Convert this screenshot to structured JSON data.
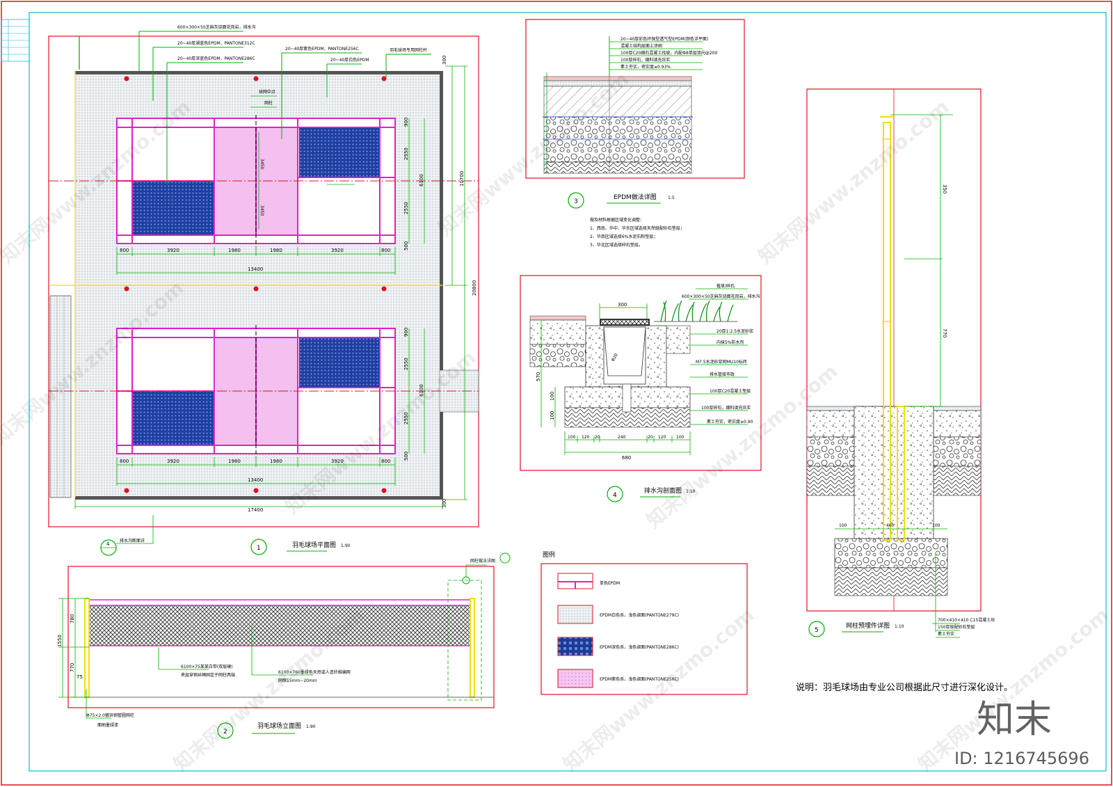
{
  "plan": {
    "callouts": [
      "600×300×50芝麻灰烧面花岗岩，排水沟",
      "20~40厚湖蓝色EPDM，PANTONE312C",
      "20~40厚深蓝色EPDM，PANTONE286C",
      "20~40厚紫色EPDM，PANTONE256C",
      "20~40厚白色EPDM",
      "羽毛球场专用网柱杆"
    ],
    "inner_labels": [
      "球网中点",
      "网柱"
    ],
    "dims_x": [
      "800",
      "3920",
      "1980",
      "1980",
      "3920",
      "800"
    ],
    "total_inner": "13400",
    "total_outer": "17400",
    "dims_y": [
      "300",
      "900",
      "2550",
      "6100",
      "2550",
      "500",
      "10700",
      "900",
      "2550",
      "6100",
      "2550",
      "500",
      "300",
      "20800"
    ],
    "small_dims": [
      "3450",
      "3450"
    ],
    "ref_no": "1",
    "ref_drain": "4",
    "ref_drain_label": "排水沟断面详",
    "title": "羽毛球场平面图",
    "scale": "1:90"
  },
  "epdm": {
    "layers": [
      "20~40厚彩色环保型透气型EPDM(颜色详平面)",
      "混凝土结构层面上涂刷",
      "100厚C20细石混凝土找坡，内配Φ8单层双向@200",
      "100厚碎石，细料填充压实",
      "素土夯实，密实度≥0.93%"
    ],
    "ref_no": "3",
    "title": "EPDM做法详图",
    "scale": "1:5",
    "notes_title": "做及材料根据区域变化调整：",
    "notes": [
      "1、西南、华中、华东区域选择天然级配砂石垫层；",
      "2、华南区域选择6%水泥石粉垫层；",
      "3、华北区域选择碎石垫层。"
    ]
  },
  "drain": {
    "top_label": "植草/碎石",
    "layers": [
      "600×300×50芝麻灰烧面花岗岩，排水沟",
      "20厚1:2.5水泥砂浆",
      "内抹5%防水剂",
      "M7.5水泥砂浆砌MU10标砖",
      "排水管接市政",
      "100厚C20混凝土垫层",
      "100厚碎石，细料填充压实",
      "素土夯实，密实度≥0.90"
    ],
    "dim_300": "300",
    "dim_570": "570",
    "dims_v": [
      "100",
      "100"
    ],
    "dims_bottom": [
      "100",
      "120",
      "20",
      "240",
      "20",
      "120",
      "100"
    ],
    "total": "680",
    "ref_no": "4",
    "title": "排水沟剖面图",
    "scale": "1:10"
  },
  "post": {
    "dims_v": [
      "350",
      "770"
    ],
    "dims_bottom": [
      "100",
      "460",
      "100"
    ],
    "layers": [
      "700×410×410 C15混凝土块",
      "150厚级配砂石垫层",
      "素土夯实"
    ],
    "ref_no": "5",
    "title": "网柱预埋件详图",
    "scale": "1:10"
  },
  "elevation": {
    "ref_label": "网柱做法详图",
    "dims_v": [
      "780",
      "1550",
      "770",
      "75"
    ],
    "net_label_1": "6100×75某某白带(双层硬)",
    "net_label_1b": "夹层穿钢丝绳固定于网柱两端",
    "net_label_2": "6100×760墨绿色天然或人造纤维编网",
    "net_label_2b": "网眼15mm~20mm",
    "post_label_1": "Φ75×2.0镀锌钢管圆网柱",
    "post_label_2": "面刷墨绿漆",
    "ref_no": "2",
    "title": "羽毛球场立面图",
    "scale": "1:90"
  },
  "legend": {
    "title": "图例",
    "items": [
      "单色EPDM",
      "EPDM白色系，浅色调面(PANTONE279C)",
      "EPDM深色系，浅色调面(PANTONE286C)",
      "EPDM紫色系，浅色调面(PANTONE256C)"
    ]
  },
  "note": "说明：羽毛球场由专业公司根据此尺寸进行深化设计。",
  "brand": "知末",
  "id_text": "ID: 1216745696",
  "watermark": "知末网www.znzmo.com",
  "colors": {
    "frame_red": "#e0101e",
    "magenta": "#e020c8",
    "deep_blue": "#1a3a9a",
    "violet": "#f0b8f0",
    "green": "#00c000",
    "yellow": "#f0e000",
    "cyan": "#00c0d0"
  }
}
